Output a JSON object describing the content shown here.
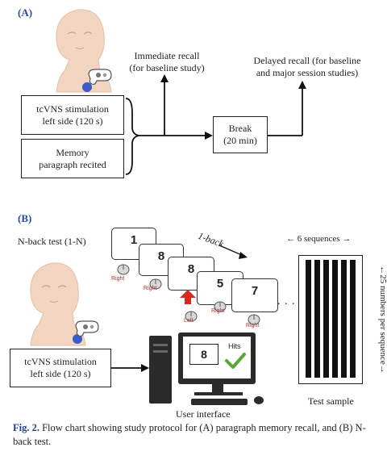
{
  "panel_a": {
    "label": "(A)",
    "immediate_recall": [
      "Immediate recall",
      "(for baseline study)"
    ],
    "delayed_recall": [
      "Delayed recall (for baseline",
      "and major session studies)"
    ],
    "stim_box": [
      "tcVNS stimulation",
      "left side (120 s)"
    ],
    "memory_box": [
      "Memory",
      "paragraph recited"
    ],
    "break_box": [
      "Break",
      "(20 min)"
    ]
  },
  "panel_b": {
    "label": "(B)",
    "nback_title": "N-back test (1-N)",
    "one_back": "1-back",
    "cards": [
      "1",
      "8",
      "8",
      "5",
      "7"
    ],
    "mouse_labels": [
      "Right",
      "Right",
      "Left",
      "Right",
      "Right"
    ],
    "stim_box": [
      "tcVNS stimulation",
      "left side (120 s)"
    ],
    "monitor_number": "8",
    "hits": "Hits",
    "user_interface": "User interface",
    "sequences": "6 sequences",
    "numbers_per_sequence": "25 numbers per sequence",
    "test_sample": "Test sample",
    "ellipsis": ". . ."
  },
  "caption": {
    "fig": "Fig. 2.",
    "text": " Flow chart showing study protocol for (A) paragraph memory recall, and (B) N-back test."
  }
}
